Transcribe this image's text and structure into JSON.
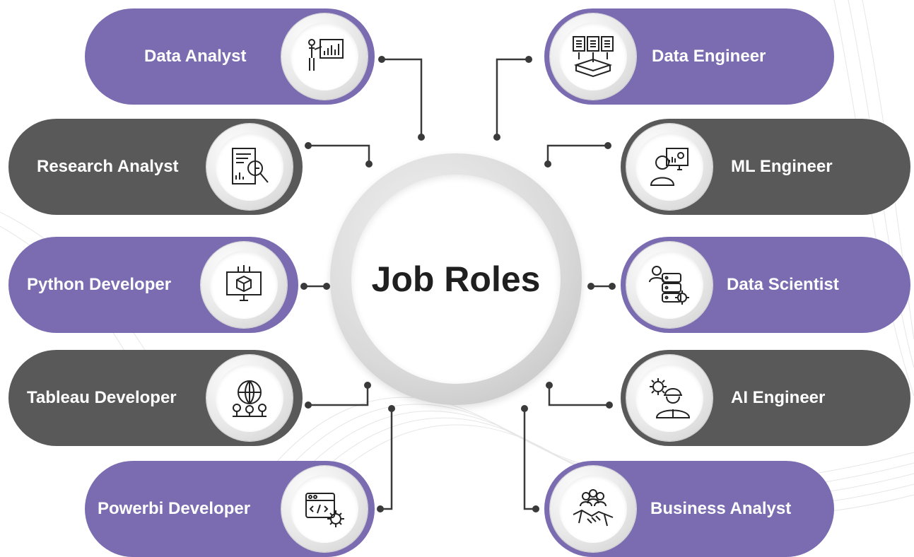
{
  "center": {
    "title": "Job Roles"
  },
  "roles": {
    "data_analyst": {
      "label": "Data Analyst",
      "icon": "presentation-chart-icon"
    },
    "research_analyst": {
      "label": "Research Analyst",
      "icon": "report-magnifier-icon"
    },
    "python_developer": {
      "label": "Python Developer",
      "icon": "monitor-cube-icon"
    },
    "tableau_developer": {
      "label": "Tableau Developer",
      "icon": "globe-network-icon"
    },
    "powerbi_developer": {
      "label": "Powerbi Developer",
      "icon": "code-window-gear-icon"
    },
    "data_engineer": {
      "label": "Data Engineer",
      "icon": "documents-database-icon"
    },
    "ml_engineer": {
      "label": "ML Engineer",
      "icon": "user-screen-icon"
    },
    "data_scientist": {
      "label": "Data Scientist",
      "icon": "database-user-gear-icon"
    },
    "ai_engineer": {
      "label": "AI Engineer",
      "icon": "engineer-gear-icon"
    },
    "business_analyst": {
      "label": "Business Analyst",
      "icon": "handshake-team-icon"
    }
  },
  "colors": {
    "purple": "#7b6bb1",
    "gray": "#595959",
    "connector": "#3a3a3a",
    "title": "#1f1f1f"
  }
}
